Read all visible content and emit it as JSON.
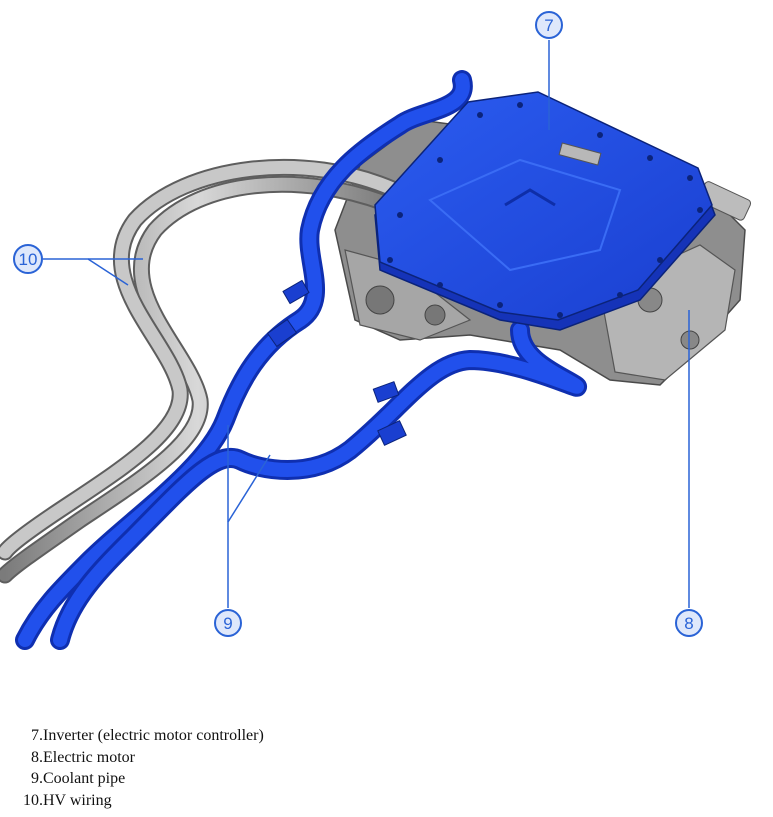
{
  "callouts": [
    {
      "num": "7"
    },
    {
      "num": "8"
    },
    {
      "num": "9"
    },
    {
      "num": "10"
    }
  ],
  "legend": [
    {
      "num": "7.",
      "text": "Inverter (electric motor controller)"
    },
    {
      "num": "8.",
      "text": "Electric motor"
    },
    {
      "num": "9.",
      "text": "Coolant pipe"
    },
    {
      "num": "10.",
      "text": "HV wiring"
    }
  ],
  "colors": {
    "inverter_blue": "#1f4fe0",
    "pipe_blue": "#1d44e6",
    "motor_grey": "#9a9a9a",
    "wiring_grey": "#a9a9a9",
    "callout_blue": "#2a63d6"
  }
}
